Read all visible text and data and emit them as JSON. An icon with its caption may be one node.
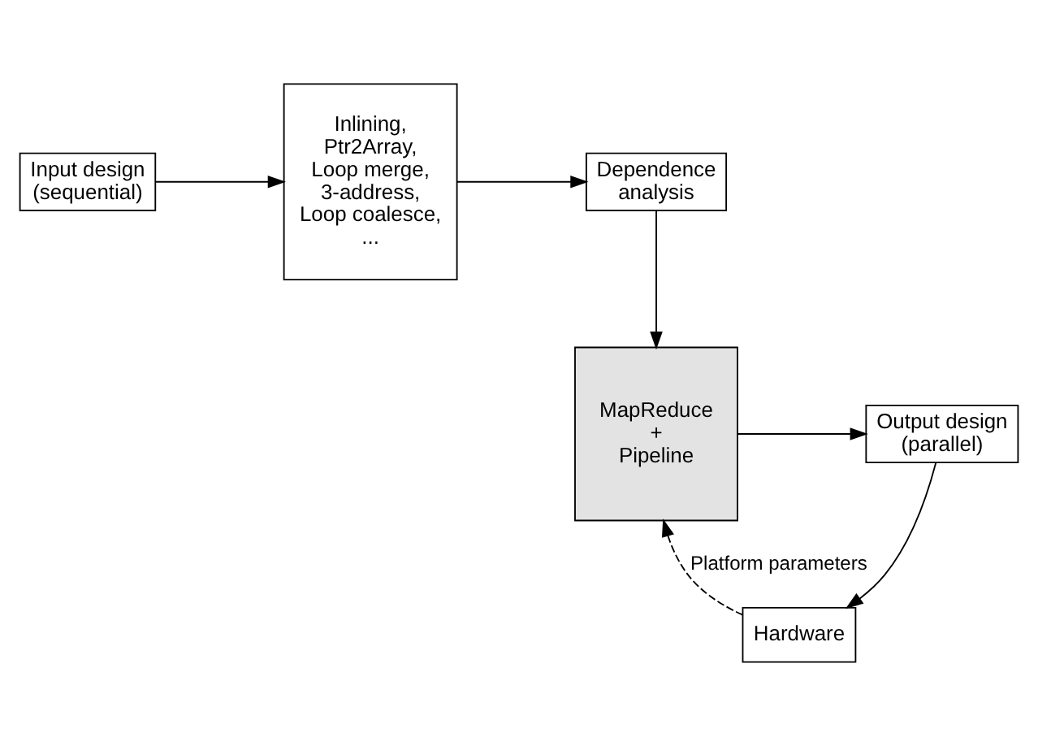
{
  "diagram": {
    "nodes": [
      {
        "text": [
          "Input design (sequential)"
        ]
      },
      {
        "text": [
          "Inlining, Ptr2Array, Loop merge, 3-address, Loop coalesce, ..."
        ]
      },
      {
        "text": [
          "Dependence analysis"
        ]
      },
      {
        "text": [
          "MapReduce + Pipeline"
        ]
      },
      {
        "text": [
          "Output design (parallel)"
        ]
      },
      {
        "text": [
          "Hardware"
        ]
      }
    ],
    "edges": [
      {
        "from": 0,
        "to": 1,
        "arrow": "to"
      },
      {
        "from": 1,
        "to": 2,
        "arrow": "to"
      },
      {
        "from": 2,
        "to": 3,
        "arrow": "to"
      },
      {
        "from": 3,
        "to": 4,
        "arrow": "to"
      },
      {
        "from": 4,
        "to": 5,
        "arrow": "to"
      },
      {
        "from": 5,
        "to": 3,
        "arrow": "to",
        "label": "Platform parameters",
        "style": "dashed"
      }
    ]
  }
}
